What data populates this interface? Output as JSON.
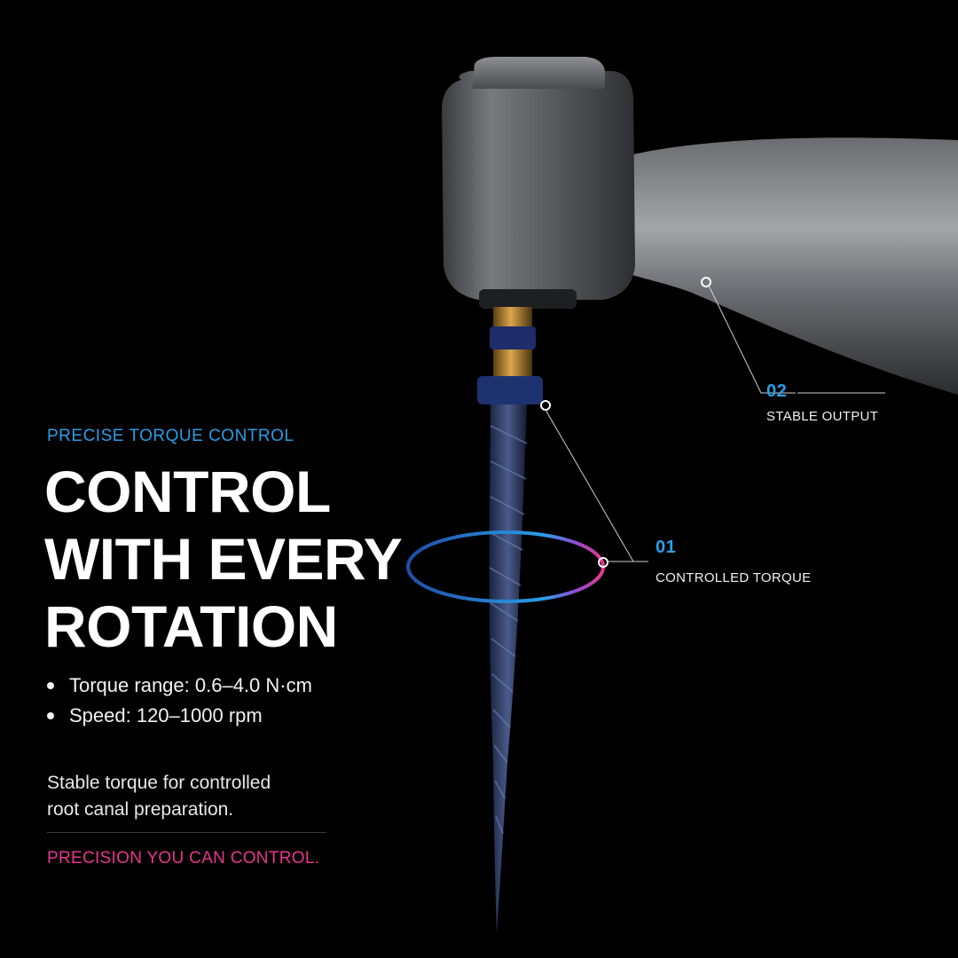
{
  "colors": {
    "accent_blue": "#2a9ee6",
    "accent_pink": "#e8368f",
    "background": "#000000"
  },
  "eyebrow": "PRECISE TORQUE CONTROL",
  "headline": {
    "line1": "CONTROL",
    "line2": "WITH EVERY",
    "line3": "ROTATION"
  },
  "specs": [
    "Torque range: 0.6–4.0 N·cm",
    "Speed: 120–1000 rpm"
  ],
  "description": {
    "line1": "Stable torque for controlled",
    "line2": "root canal preparation."
  },
  "tagline": "PRECISION YOU CAN CONTROL.",
  "callouts": [
    {
      "number": "01",
      "label": "CONTROLLED TORQUE"
    },
    {
      "number": "02",
      "label": "STABLE OUTPUT"
    }
  ]
}
